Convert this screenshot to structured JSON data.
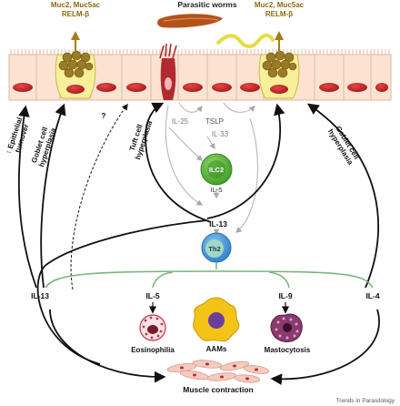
{
  "top": {
    "mucins_left": [
      "Muc2, Muc5ac",
      "RELM-β"
    ],
    "mucins_right": [
      "Muc2, Muc5ac",
      "RELM-β"
    ],
    "worms_label": "Parasitic worms"
  },
  "cytokines": {
    "il25": "IL-25",
    "tslp": "TSLP",
    "il33": "IL-33",
    "il5_mid": "IL-5",
    "il13_mid": "IL-13"
  },
  "cells": {
    "ilc2": "ILC2",
    "th2": "Th2"
  },
  "processes": {
    "epithelial_turnover": [
      "↑ Epithelial",
      "turnover"
    ],
    "goblet_left": [
      "Goblet cell",
      "hyperplasia"
    ],
    "question": "?",
    "tuft": [
      "Tuft cell",
      "hyperplasia"
    ],
    "goblet_right": [
      "Goblet cell",
      "hyperplasia"
    ]
  },
  "effectors": {
    "il13": "IL-13",
    "il5": "IL-5",
    "il9": "IL-9",
    "il4": "IL-4"
  },
  "outcomes": {
    "eosinophilia": "Eosinophilia",
    "aams": "AAMs",
    "mastocytosis": "Mastocytosis",
    "muscle": "Muscle contraction"
  },
  "footer": {
    "journal": "Trends in Parasitology"
  },
  "colors": {
    "epithelium": "#fbe3d2",
    "nucleus": "#c0282a",
    "goblet": "#f7ef9a",
    "granule": "#9a7a25",
    "mucin_arrow": "#a67c1a",
    "mucin_text": "#8a6a10",
    "tuft": "#b22a2f",
    "ilc2": "#52b030",
    "th2": "#3b8ed8",
    "th2_inner": "#9fd8c4",
    "green_line": "#7ab57a",
    "aam": "#f3c318",
    "mast": "#8a3a6e",
    "eos": "#c53346",
    "muscle": "#f4cbc0",
    "grey": "#b7b7b7"
  }
}
